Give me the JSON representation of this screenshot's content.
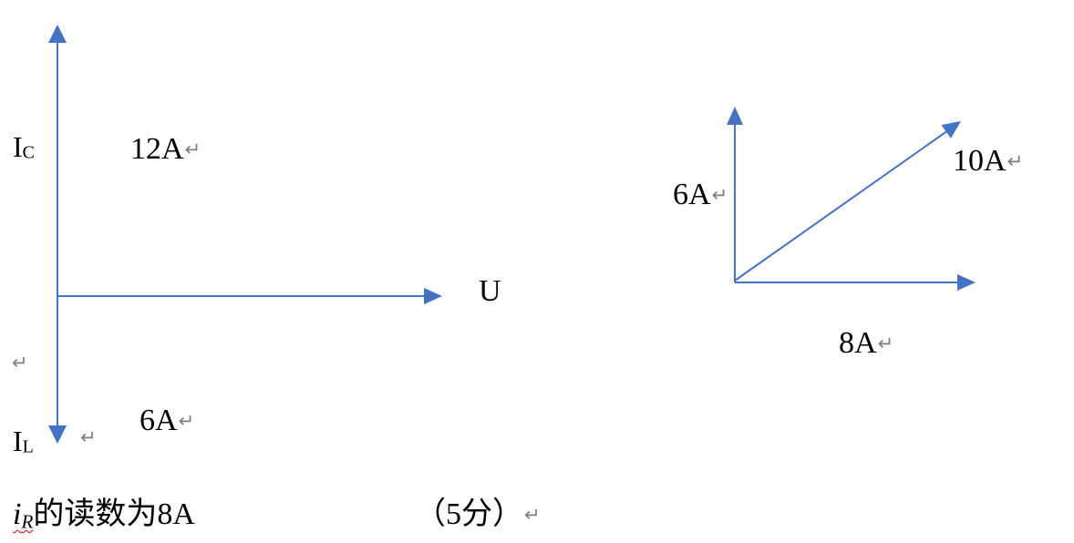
{
  "left_diagram": {
    "ic_label": {
      "main": "I",
      "sub": "C"
    },
    "il_label": {
      "main": "I",
      "sub": "L"
    },
    "ic_value": "12A",
    "il_value": "6A",
    "u_label": "U"
  },
  "right_diagram": {
    "vertical_value": "6A",
    "horizontal_value": "8A",
    "resultant_value": "10A"
  },
  "answer": {
    "var_main": "i",
    "var_sub": "R",
    "text": "的读数为8A",
    "score": "（5分）"
  },
  "paragraph_mark": "↵",
  "colors": {
    "arrow": "#4472C4",
    "text": "#000000",
    "paragraph_mark": "#7f7f7f",
    "spellcheck_underline": "#e00000"
  }
}
